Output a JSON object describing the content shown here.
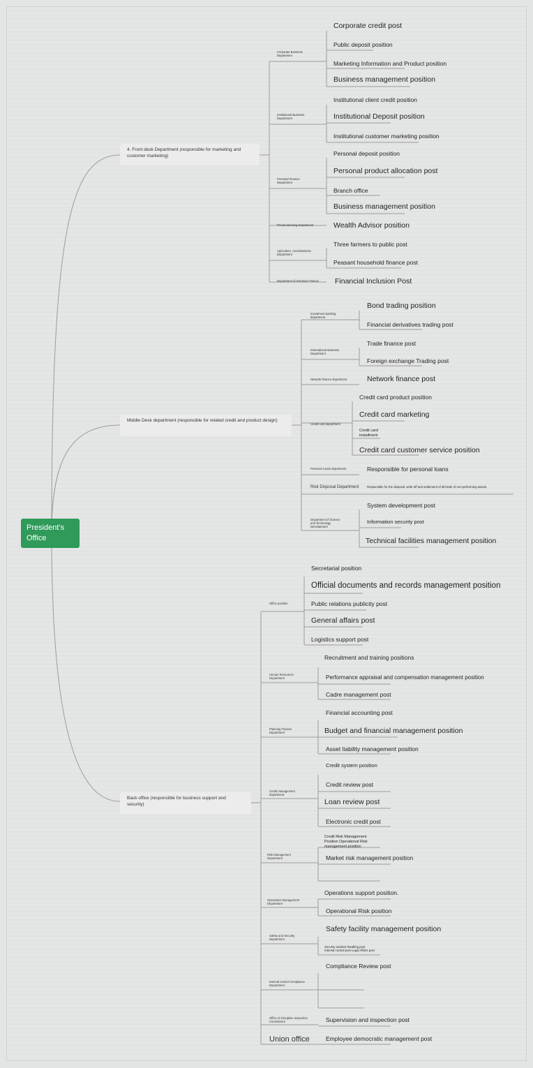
{
  "root": "President's Office",
  "front": {
    "label": "4. Front desk Department (responsible for marketing and customer marketing)",
    "corporate": {
      "label": "Corporate Business Department",
      "posts": [
        "Corporate credit post",
        "Public deposit position",
        "Marketing Information and Product position",
        "Business management position"
      ]
    },
    "institutional": {
      "label": "Institutional Business Department",
      "posts": [
        "Institutional client credit position",
        "Institutional Deposit position",
        "Institutional customer marketing position"
      ]
    },
    "personal": {
      "label": "Personal Finance Department",
      "posts": [
        "Personal deposit position",
        "Personal product allocation post",
        "Branch office",
        "Business management position"
      ]
    },
    "private": {
      "label": "Private Banking Department",
      "posts": [
        "Wealth Advisor position"
      ]
    },
    "agri": {
      "label": "Agriculture, rural Business Department",
      "posts": [
        "Three farmers to public post",
        "Peasant household finance post"
      ]
    },
    "inclusion": {
      "label": "Department of Inclusive Finance",
      "posts": [
        "Financial Inclusion Post"
      ]
    }
  },
  "middle": {
    "label": "Middle Desk department (responsible for related credit and product design)",
    "investment": {
      "label": "Investment banking department",
      "posts": [
        "Bond trading position",
        "Financial derivatives trading post"
      ]
    },
    "international": {
      "label": "International Business Department",
      "posts": [
        "Trade finance post",
        "Foreign exchange Trading post"
      ]
    },
    "network": {
      "label": "Network finance department",
      "posts": [
        "Network finance post"
      ]
    },
    "card": {
      "label": "Credit card department",
      "posts": [
        "Credit card product position",
        "Credit card marketing",
        "Credit card installment",
        "Credit card customer service position"
      ]
    },
    "loans": {
      "label": "Personal Loans department",
      "posts": [
        "Responsible for personal loans"
      ]
    },
    "risk": {
      "label": "Risk Disposal Department",
      "posts": [
        "Responsible for the disposal, write-off and settlement of all kinds of non-performing assets."
      ]
    },
    "science": {
      "label": "Department of Science and Technology Development",
      "posts": [
        "System development post",
        "Information security post",
        "Technical facilities management position"
      ]
    }
  },
  "back": {
    "label": "Back office (responsible for business support and security)",
    "office": {
      "label": "Office position",
      "posts": [
        "Secretarial position",
        "Official documents and records management position",
        "Public relations publicity post",
        "General affairs post",
        "Logistics support post"
      ]
    },
    "hr": {
      "label": "Human Resources Department",
      "posts": [
        "Recruitment and training positions",
        "Performance appraisal and compensation management position",
        "Cadre management post"
      ]
    },
    "planning": {
      "label": "Planning Finance Department",
      "posts": [
        "Financial accounting post",
        "Budget and financial management position",
        "Asset liability management position"
      ]
    },
    "credit": {
      "label": "Credit management department",
      "posts": [
        "Credit system position",
        "Credit review post",
        "Loan review post",
        "Electronic credit post"
      ]
    },
    "riskmgmt": {
      "label": "Risk Management Department",
      "posts": [
        "Credit Risk Management Position Operational Risk management position",
        "Market risk management position"
      ]
    },
    "ops": {
      "label": "Operations Management Department",
      "posts": [
        "Operations support position.",
        "Operational Risk position"
      ]
    },
    "safety": {
      "label": "Safety and Security Department",
      "posts": [
        "Safety facility management position",
        "Security incident handling post Internal control post Legal Affairs post"
      ]
    },
    "internal": {
      "label": "Internal control Compliance Department",
      "posts": [
        "Compliance Review post"
      ]
    },
    "discipline": {
      "label": "Office of Discipline Inspection Commission",
      "posts": [
        "Supervision and inspection post"
      ]
    },
    "union": {
      "label": "Union office",
      "posts": [
        "Employee democratic management post"
      ]
    }
  }
}
